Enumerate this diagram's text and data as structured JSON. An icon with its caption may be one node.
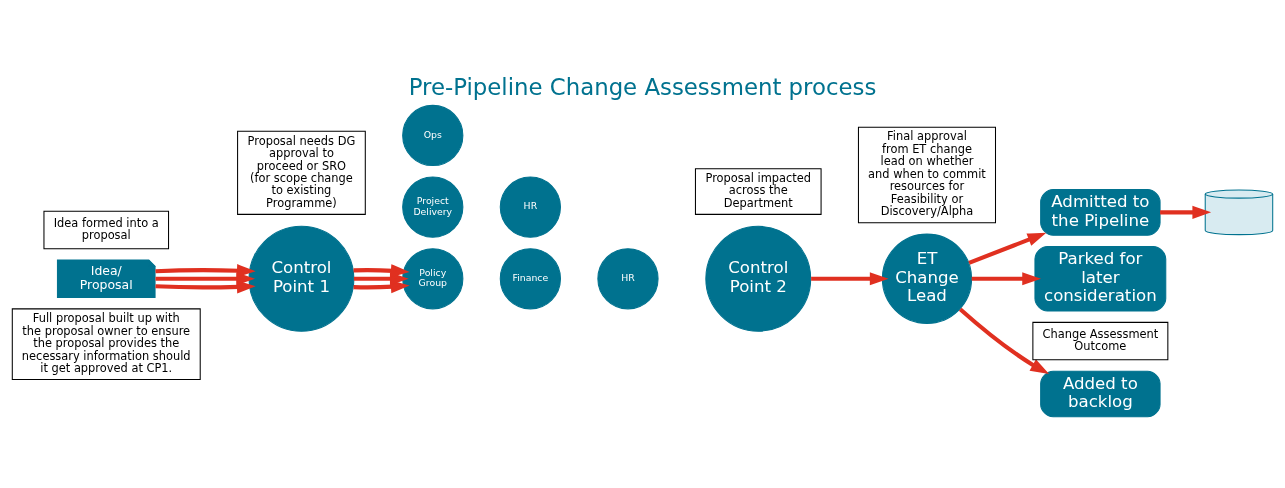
{
  "diagram": {
    "title": "Pre-Pipeline Change Assessment process",
    "nodes": [
      {
        "text": [
          "Idea/ Proposal"
        ]
      },
      {
        "text": [
          "Control Point 1"
        ]
      },
      {
        "text": [
          "Project Delivery"
        ]
      },
      {
        "text": [
          "Policy Group"
        ]
      },
      {
        "text": [
          "Ops"
        ]
      },
      {
        "text": [
          "Finance"
        ]
      },
      {
        "text": [
          "HR"
        ]
      },
      {
        "text": [
          "HR"
        ]
      },
      {
        "text": [
          "Control Point 2"
        ]
      },
      {
        "text": [
          "ET Change Lead"
        ]
      },
      {
        "text": [
          "Added to backlog"
        ]
      },
      {
        "text": [
          "Admitted to the Pipeline"
        ]
      },
      {
        "text": [
          "Parked for later consideration"
        ]
      },
      {
        "text": [],
        "shape": "cylinder"
      },
      {
        "text": [
          "Idea formed into a proposal"
        ]
      },
      {
        "text": [
          "Proposal needs DG approval to proceed or SRO (for scope change to existing Programme)"
        ]
      },
      {
        "text": [
          "Proposal impacted across the Department"
        ]
      },
      {
        "text": [
          "Final approval from ET change lead on whether and when to commit resources for Feasibility or Discovery/Alpha"
        ]
      },
      {
        "text": [
          "Change Assessment Outcome"
        ]
      },
      {
        "text": [
          "Full proposal built up with the proposal owner to ensure the proposal provides the necessary information should it get approved at CP1."
        ]
      }
    ],
    "edges": [
      {
        "from": 0,
        "to": 1,
        "arrow": "to"
      },
      {
        "from": 0,
        "to": 1,
        "arrow": "to"
      },
      {
        "from": 0,
        "to": 1,
        "arrow": "to"
      },
      {
        "from": 1,
        "to": 3,
        "arrow": "to"
      },
      {
        "from": 1,
        "to": 3,
        "arrow": "to"
      },
      {
        "from": 1,
        "to": 3,
        "arrow": "to"
      },
      {
        "from": 8,
        "to": 9,
        "arrow": "to"
      },
      {
        "from": 9,
        "to": 10,
        "arrow": "to"
      },
      {
        "from": 9,
        "to": 11,
        "arrow": "to"
      },
      {
        "from": 9,
        "to": 12,
        "arrow": "to"
      },
      {
        "from": 11,
        "to": 13,
        "arrow": "to"
      }
    ]
  }
}
